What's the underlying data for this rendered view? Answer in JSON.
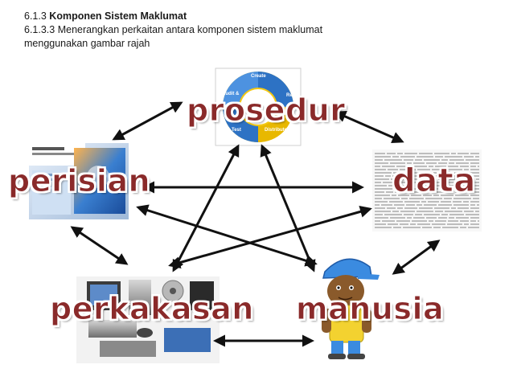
{
  "header": {
    "section_number": "6.1.3",
    "section_title": "Komponen Sistem Maklumat",
    "subtitle_line1": "6.1.3.3 Menerangkan perkaitan antara komponen sistem maklumat",
    "subtitle_line2": "menggunakan gambar rajah"
  },
  "labels": {
    "prosedur": "prosedur",
    "perisian": "perisian",
    "data": "data",
    "perkakasan": "perkakasan",
    "manusia": "manusia"
  },
  "cycle_image": {
    "create": "Create",
    "audit": "Audit &",
    "review": "Revi",
    "test": "Test",
    "distribute": "Distribute"
  },
  "colors": {
    "label_text": "#8a2a2a",
    "arrow": "#111111",
    "cycle_blue": "#2d72c4",
    "cycle_yellow": "#f3c812"
  }
}
